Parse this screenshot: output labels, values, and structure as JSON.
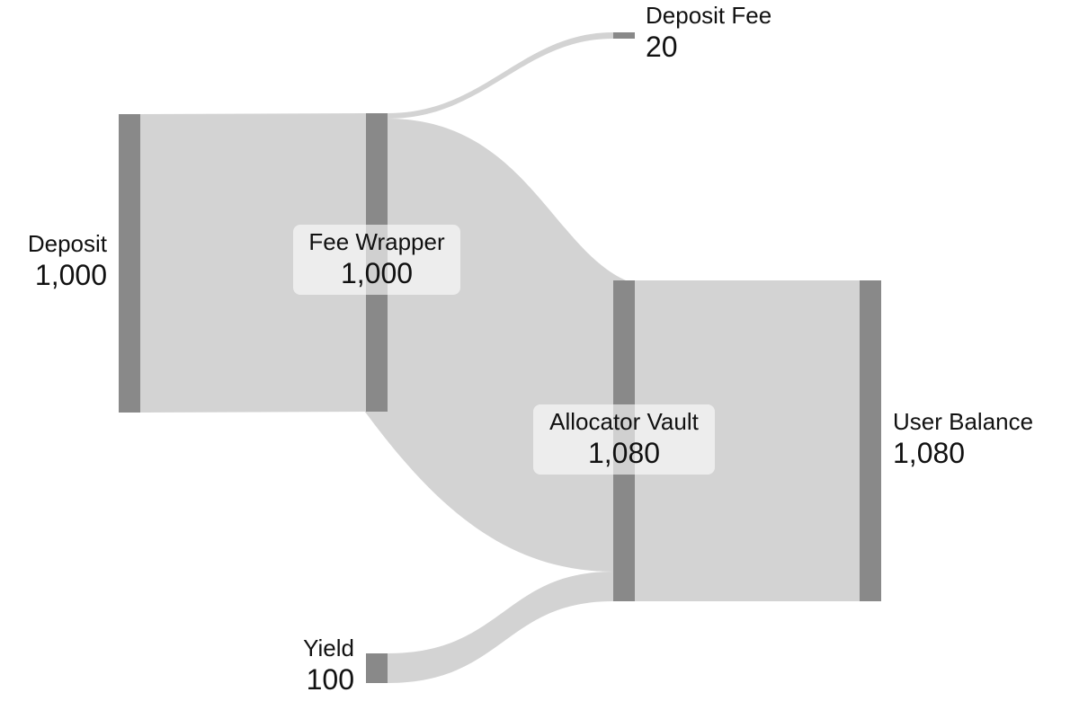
{
  "nodes": [
    {
      "id": "deposit",
      "name": "Deposit",
      "value": "1,000"
    },
    {
      "id": "fee_wrapper",
      "name": "Fee Wrapper",
      "value": "1,000"
    },
    {
      "id": "deposit_fee",
      "name": "Deposit Fee",
      "value": "20"
    },
    {
      "id": "allocator_vault",
      "name": "Allocator Vault",
      "value": "1,080"
    },
    {
      "id": "yield",
      "name": "Yield",
      "value": "100"
    },
    {
      "id": "user_balance",
      "name": "User Balance",
      "value": "1,080"
    }
  ],
  "links": [
    {
      "source": "Deposit",
      "target": "Fee Wrapper",
      "value": 1000
    },
    {
      "source": "Fee Wrapper",
      "target": "Deposit Fee",
      "value": 20
    },
    {
      "source": "Fee Wrapper",
      "target": "Allocator Vault",
      "value": 980
    },
    {
      "source": "Yield",
      "target": "Allocator Vault",
      "value": 100
    },
    {
      "source": "Allocator Vault",
      "target": "User Balance",
      "value": 1080
    }
  ],
  "colors": {
    "node": "#898989",
    "link": "#d3d3d3"
  }
}
